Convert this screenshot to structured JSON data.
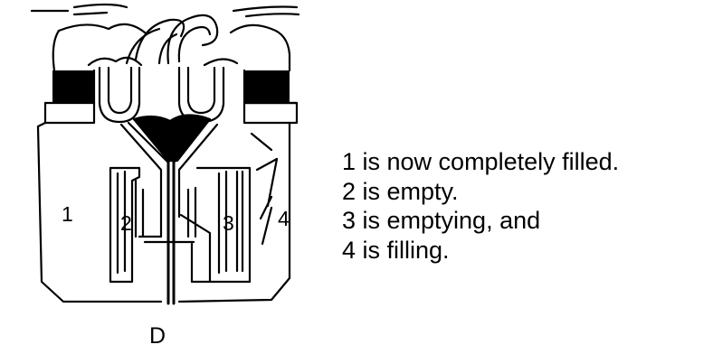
{
  "figure": {
    "panel_letter": "D",
    "chamber_labels": [
      "1",
      "2",
      "3",
      "4"
    ],
    "caption_lines": [
      "1 is now completely filled.",
      "2 is empty.",
      "3 is emptying, and",
      "4 is filling."
    ]
  }
}
